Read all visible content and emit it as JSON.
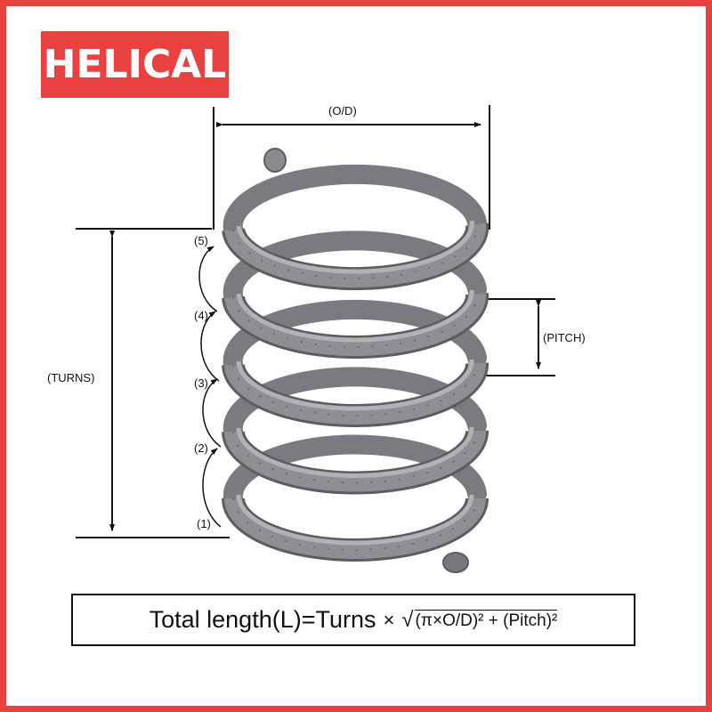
{
  "title": "HELICAL",
  "colors": {
    "accent": "#E8413F",
    "line": "#111111",
    "steel_dark": "#5e5f63",
    "steel_mid": "#8a8b90",
    "steel_light": "#b4b5ba"
  },
  "labels": {
    "outer_diameter": "(O/D)",
    "turns": "(TURNS)",
    "pitch": "(PITCH)",
    "turn_markers": [
      "(1)",
      "(2)",
      "(3)",
      "(4)",
      "(5)"
    ]
  },
  "formula": {
    "lhs": "Total length(L)=Turns",
    "operator": "×",
    "radicand": "(π×O/D)² + (Pitch)²"
  },
  "illustration": {
    "subject": "helical-rebar-spring",
    "coil_count": 5
  }
}
